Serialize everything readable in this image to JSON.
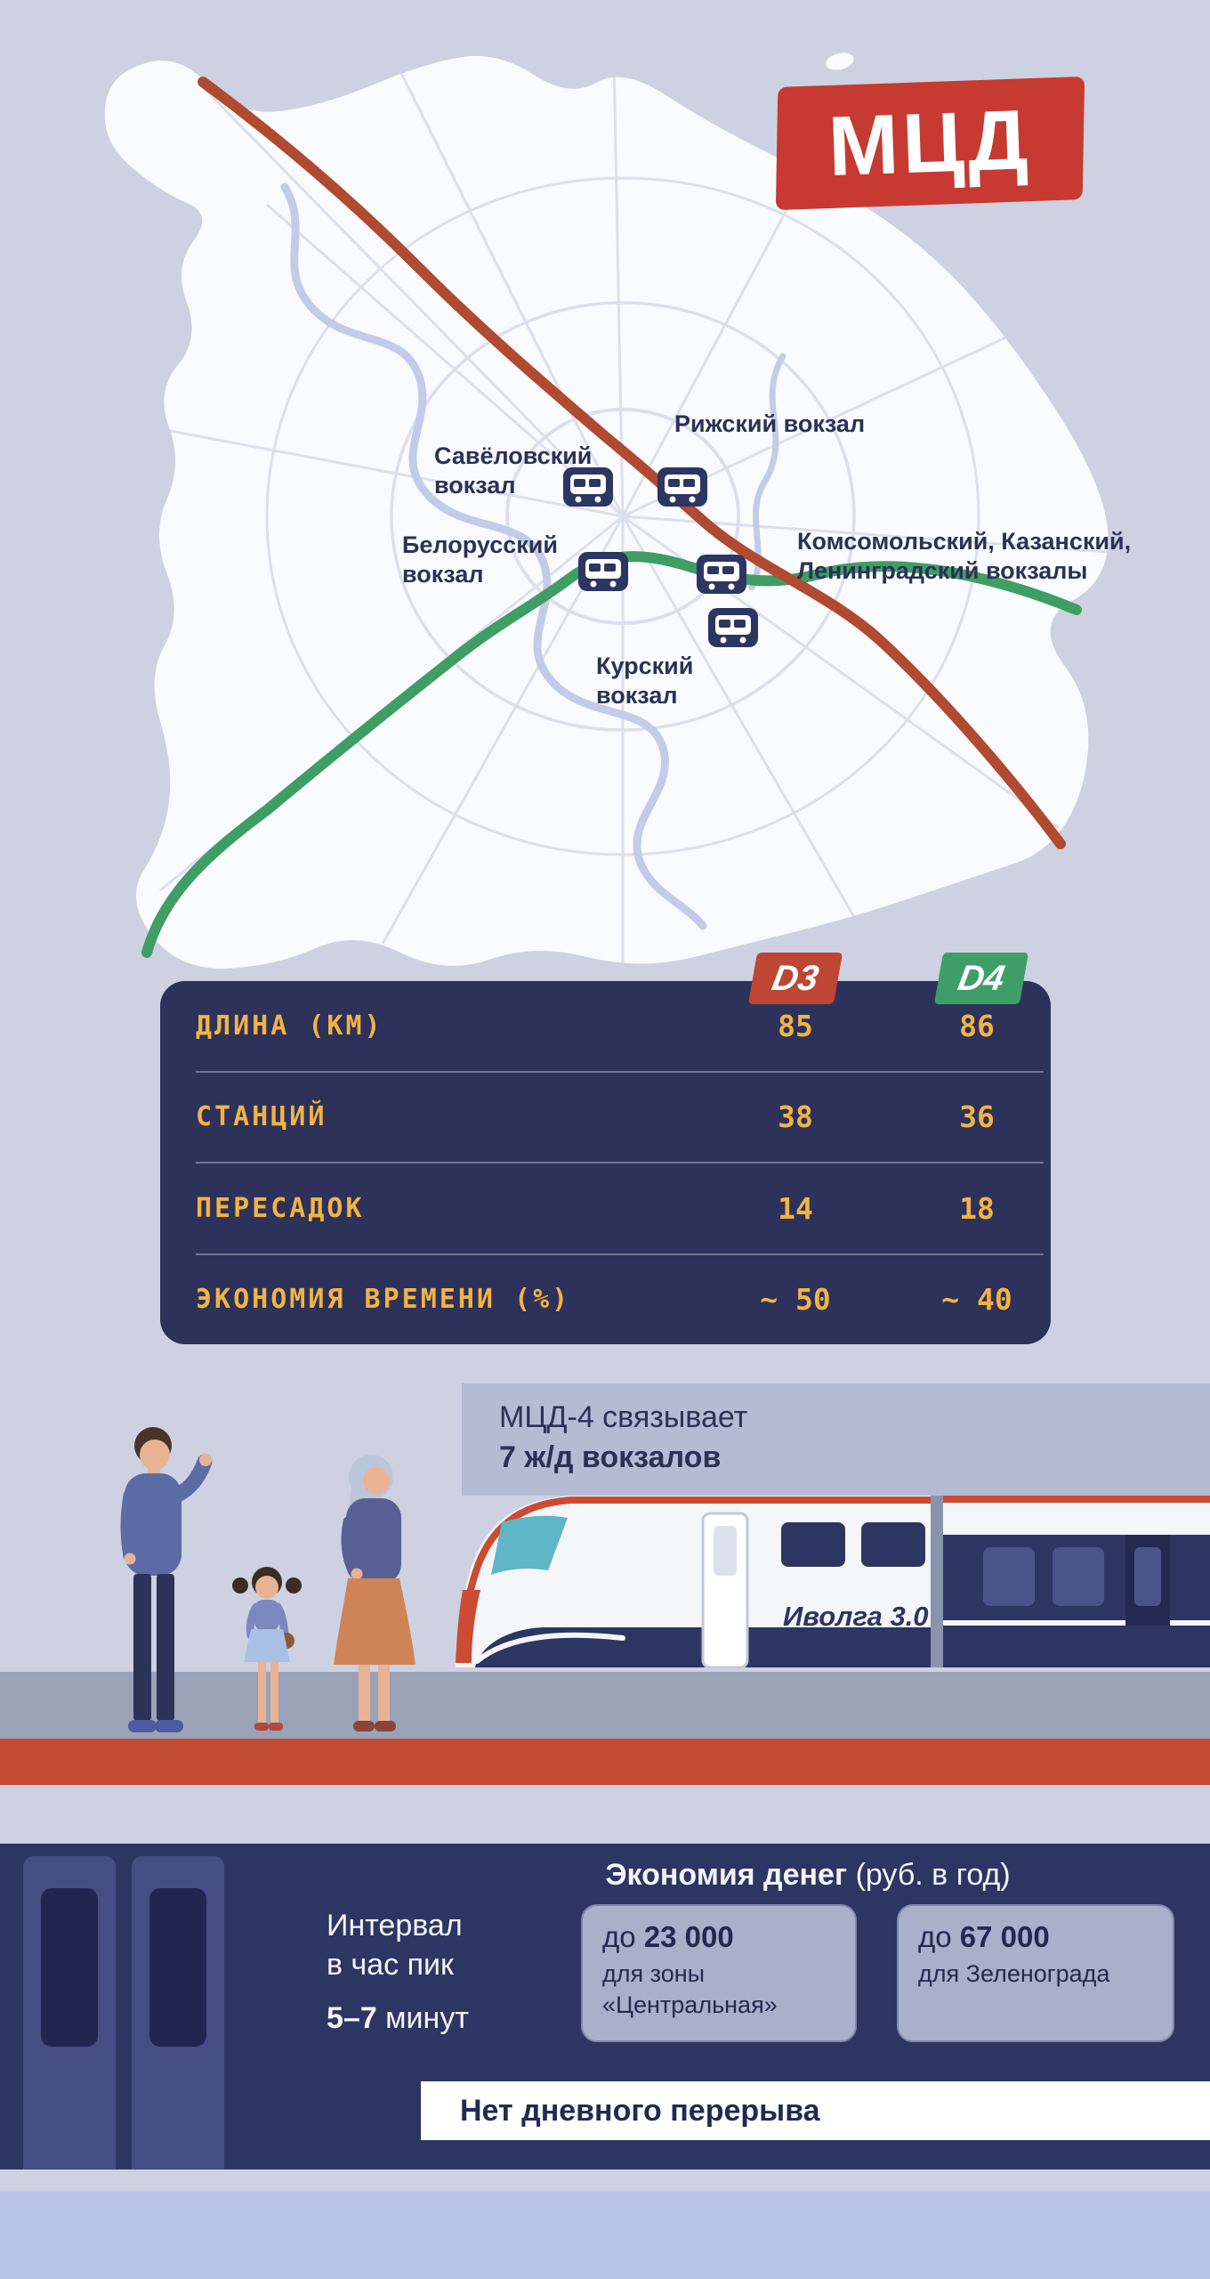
{
  "colors": {
    "background": "#cdd1e1",
    "navy": "#2d3563",
    "logo_red": "#c63a31",
    "line_d3_red": "#b04a30",
    "line_d4_green": "#3f9e63",
    "table_gold": "#f2b344",
    "train_teal": "#5fb6c6",
    "platform_red": "#c24b33"
  },
  "logo": {
    "text": "МЦД"
  },
  "map": {
    "stations": [
      {
        "label": "Рижский вокзал"
      },
      {
        "label": "Савёловский\nвокзал"
      },
      {
        "label": "Белорусский\nвокзал"
      },
      {
        "label": "Комсомольский, Казанский,\nЛенинградский вокзалы"
      },
      {
        "label": "Курский\nвокзал"
      }
    ]
  },
  "table": {
    "columns": [
      {
        "label": "D3",
        "color": "#bf4534"
      },
      {
        "label": "D4",
        "color": "#3f9e68"
      }
    ],
    "rows": [
      {
        "label": "ДЛИНА (КМ)",
        "d3": "85",
        "d4": "86"
      },
      {
        "label": "СТАНЦИЙ",
        "d3": "38",
        "d4": "36"
      },
      {
        "label": "ПЕРЕСАДОК",
        "d3": "14",
        "d4": "18"
      },
      {
        "label": "ЭКОНОМИЯ ВРЕМЕНИ (%)",
        "d3": "~ 50",
        "d4": "~ 40"
      }
    ]
  },
  "train_section": {
    "caption_line1": "МЦД-4 связывает",
    "caption_line2": "7 ж/д вокзалов",
    "train_model": "Иволга 3.0"
  },
  "bottom": {
    "interval_line1": "Интервал",
    "interval_line2": "в час пик",
    "interval_value": "5–7",
    "interval_unit": " минут",
    "savings_title": "Экономия денег",
    "savings_subtitle": " (руб. в год)",
    "cards": [
      {
        "prefix": "до ",
        "amount": "23 000",
        "desc_line1": "для зоны",
        "desc_line2": "«Центральная»"
      },
      {
        "prefix": "до ",
        "amount": "67 000",
        "desc_line1": "для Зеленограда",
        "desc_line2": ""
      }
    ],
    "note": "Нет дневного перерыва"
  }
}
